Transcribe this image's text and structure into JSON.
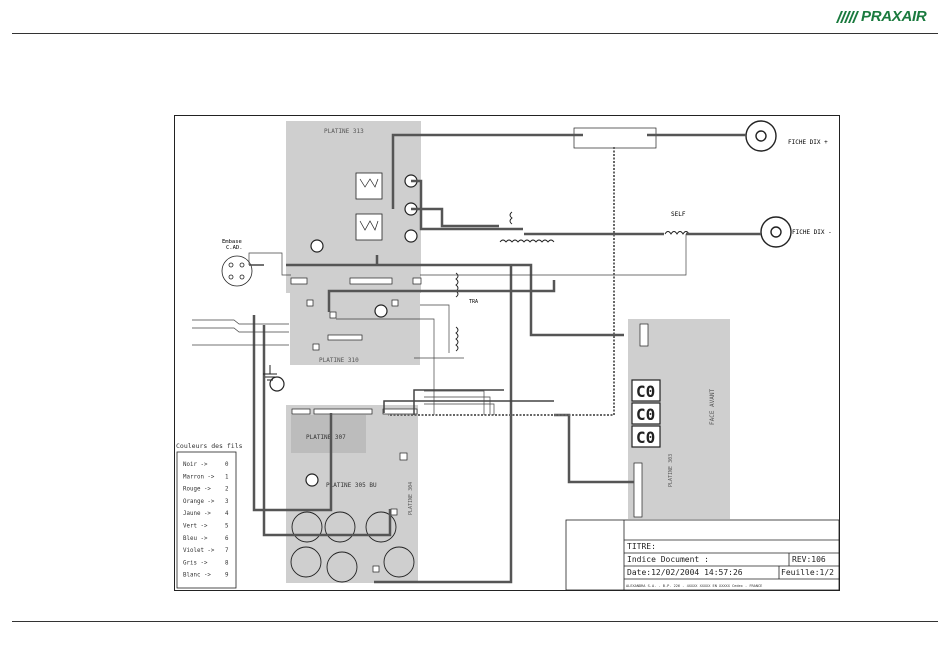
{
  "brand": {
    "name": "PRAXAIR",
    "color": "#1a7a3e"
  },
  "diagram": {
    "boards": {
      "platine313": "PLATINE 313",
      "platine310": "PLATINE 310",
      "platine307": "PLATINE 307",
      "platine305": "PLATINE 305 BU",
      "platine303": "PLATINE 303",
      "platine304": "PLATINE 304",
      "face_avant": "FACE AVANT"
    },
    "labels": {
      "fiche_plus": "FICHE DIX +",
      "fiche_minus": "FICHE DIX -",
      "self": "SELF",
      "embase": "Embase",
      "embase2": "C.AD.",
      "tra": "TRA"
    },
    "colors": {
      "title": "Couleurs des fils",
      "items": [
        {
          "name": "Noir",
          "num": "0"
        },
        {
          "name": "Marron",
          "num": "1"
        },
        {
          "name": "Rouge",
          "num": "2"
        },
        {
          "name": "Orange",
          "num": "3"
        },
        {
          "name": "Jaune",
          "num": "4"
        },
        {
          "name": "Vert",
          "num": "5"
        },
        {
          "name": "Bleu",
          "num": "6"
        },
        {
          "name": "Violet",
          "num": "7"
        },
        {
          "name": "Gris",
          "num": "8"
        },
        {
          "name": "Blanc",
          "num": "9"
        }
      ]
    },
    "titleblock": {
      "titre": "TITRE:",
      "indice": "Indice Document :",
      "rev": "REV:106",
      "date": "Date:12/02/2004 14:57:26",
      "feuille": "Feuille:1/2",
      "footer": "ALEXANDRA S.A. - B.P. 226 - 4XXXX XXXXX EN XXXXX Cedex - FRANCE"
    },
    "display": {
      "digit": "C0"
    }
  }
}
